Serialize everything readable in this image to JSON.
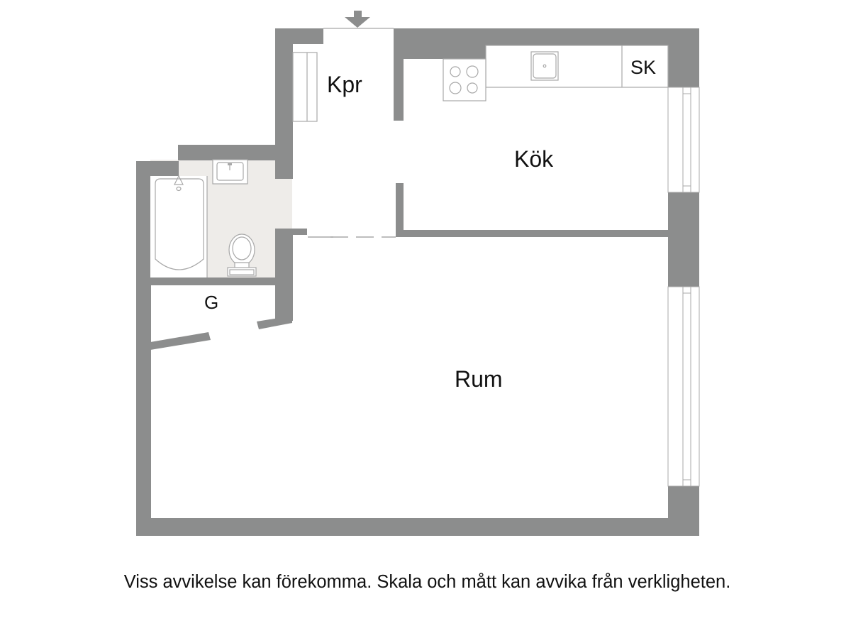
{
  "floorplan": {
    "rooms": {
      "hallway": {
        "label": "Kpr"
      },
      "kitchen": {
        "label": "Kök"
      },
      "cabinet": {
        "label": "SK"
      },
      "living_room": {
        "label": "Rum"
      },
      "closet": {
        "label": "G"
      }
    },
    "entrance": {
      "icon": "entrance-arrow-icon"
    },
    "colors": {
      "wall": "#8c8d8d",
      "bathroom_floor": "#eeece9",
      "fixture_line": "#a8a8a8",
      "background": "#ffffff"
    }
  },
  "caption": "Viss avvikelse kan förekomma. Skala och mått kan avvika från verkligheten."
}
